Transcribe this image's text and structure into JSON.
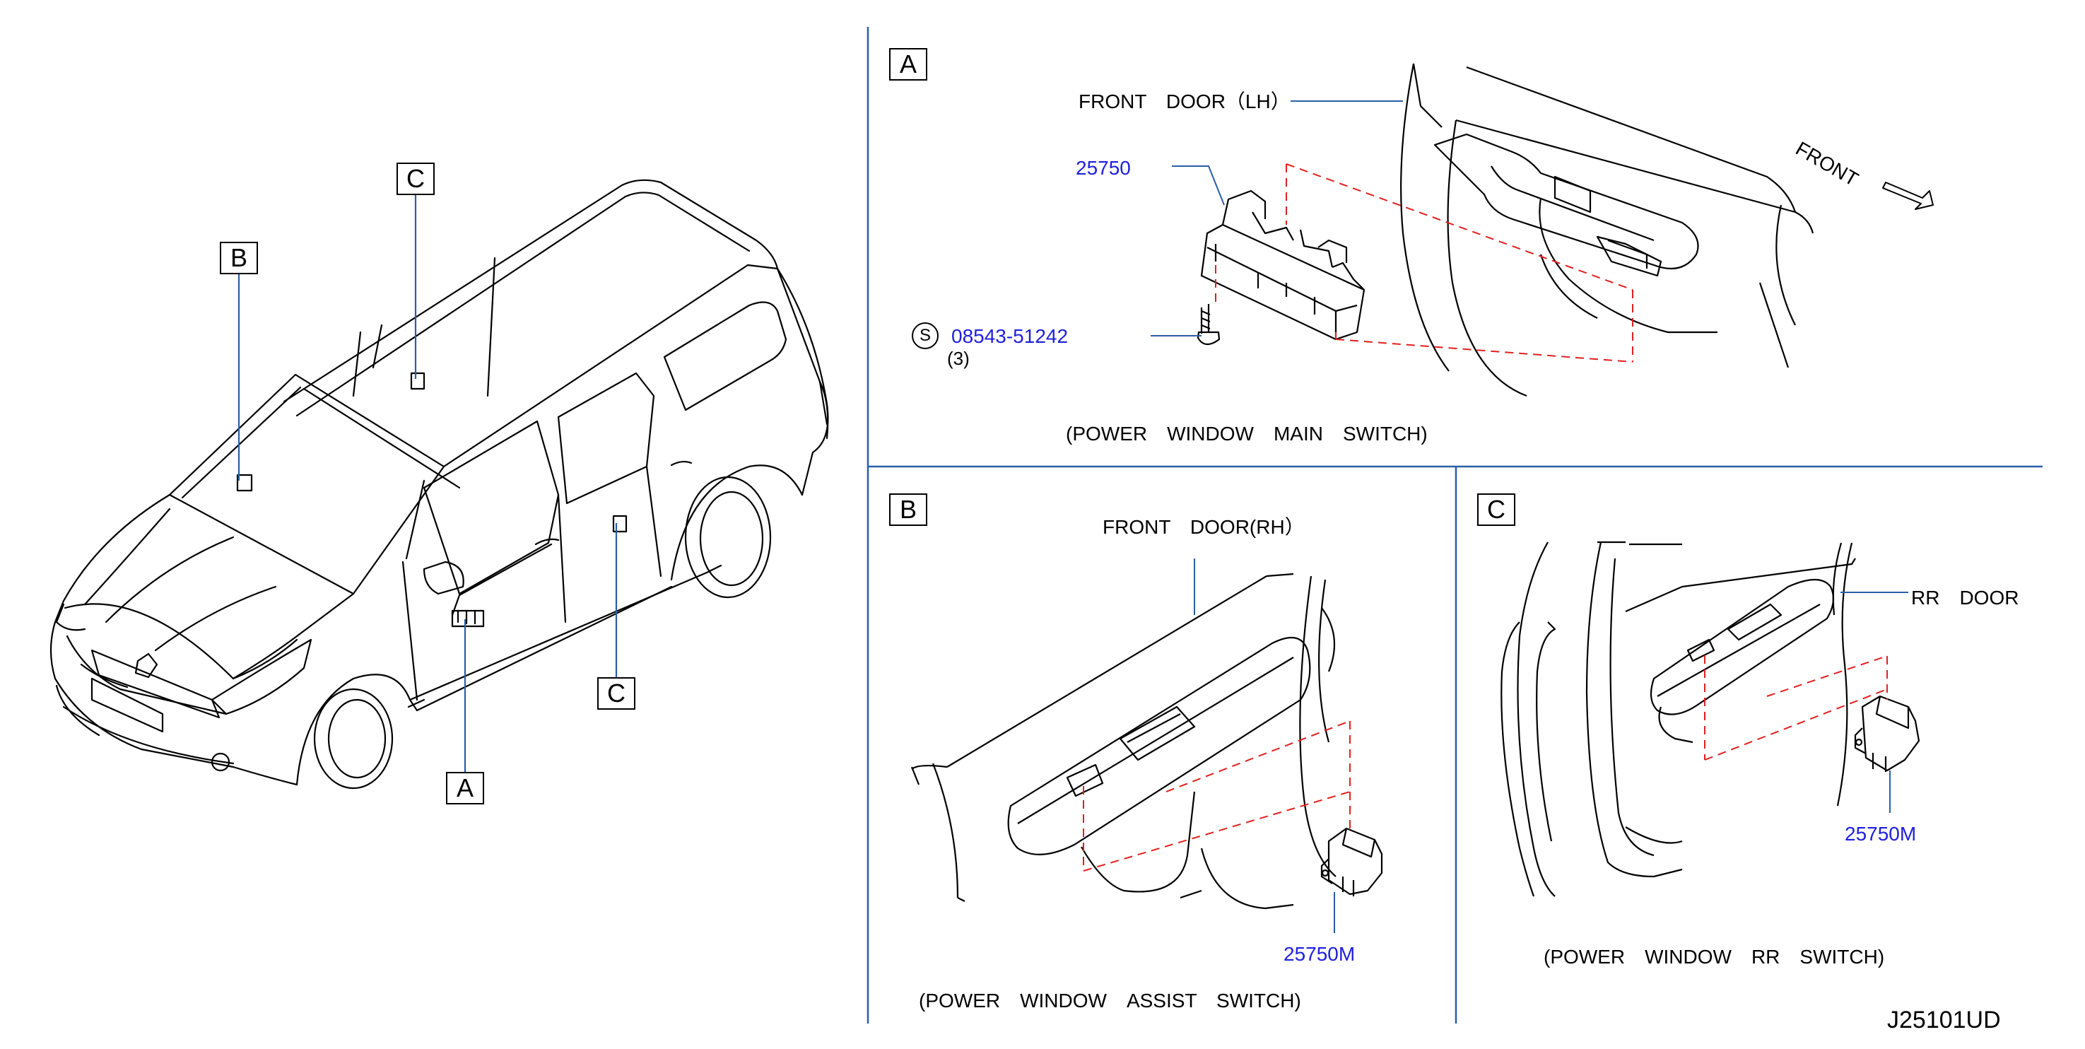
{
  "overview": {
    "callouts": {
      "a": "A",
      "b": "B",
      "c_upper": "C",
      "c_lower": "C"
    }
  },
  "panel_a": {
    "letter": "A",
    "door_label": "FRONT　DOOR（LH）",
    "part_number": "25750",
    "screw_symbol": "S",
    "screw_part_number": "08543-51242",
    "screw_qty": "(3)",
    "front_arrow_label": "FRONT",
    "caption": "(POWER　WINDOW　MAIN　SWITCH)"
  },
  "panel_b": {
    "letter": "B",
    "door_label": "FRONT　DOOR(RH）",
    "part_number": "25750M",
    "caption": "(POWER　WINDOW　ASSIST　SWITCH)"
  },
  "panel_c": {
    "letter": "C",
    "door_label": "RR　DOOR",
    "part_number": "25750M",
    "caption": "(POWER　WINDOW　RR　SWITCH)"
  },
  "diagram_code": "J25101UD",
  "colors": {
    "line": "#000000",
    "panel_divider": "#2a5ea8",
    "leader": "#2a5ea8",
    "part_number": "#1f1fdd",
    "hidden_line": "#e02020"
  }
}
